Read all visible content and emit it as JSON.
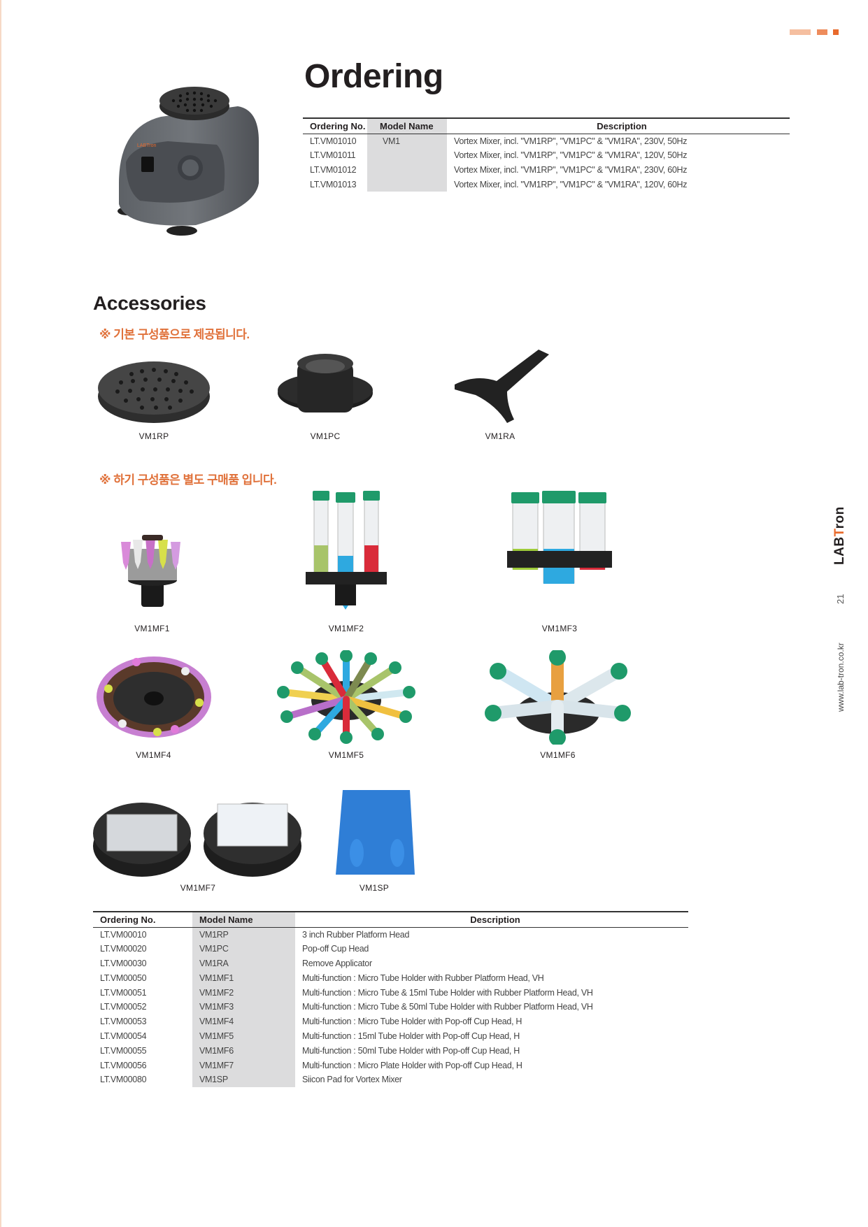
{
  "page": {
    "page_number": "21",
    "brand": {
      "prefix": "LAB",
      "accent": "T",
      "suffix": "ron"
    },
    "website": "www.lab-tron.co.kr",
    "colors": {
      "accent": "#e86a2c",
      "note": "#e0713a",
      "shade": "#dcdcdd"
    }
  },
  "ordering": {
    "title": "Ordering",
    "product_image": "vortex-mixer-vm1",
    "table": {
      "headers": [
        "Ordering No.",
        "Model Name",
        "Description"
      ],
      "rows": [
        {
          "no": "LT.VM01010",
          "model": "VM1",
          "desc": "Vortex Mixer, incl. \"VM1RP\", \"VM1PC\" & \"VM1RA\", 230V, 50Hz"
        },
        {
          "no": "LT.VM01011",
          "model": "",
          "desc": "Vortex Mixer, incl. \"VM1RP\", \"VM1PC\" & \"VM1RA\", 120V, 50Hz"
        },
        {
          "no": "LT.VM01012",
          "model": "",
          "desc": "Vortex Mixer, incl. \"VM1RP\", \"VM1PC\" & \"VM1RA\", 230V, 60Hz"
        },
        {
          "no": "LT.VM01013",
          "model": "",
          "desc": "Vortex Mixer, incl. \"VM1RP\", \"VM1PC\" & \"VM1RA\", 120V, 60Hz"
        }
      ]
    }
  },
  "accessories": {
    "title": "Accessories",
    "note_included": "※ 기본 구성품으로 제공됩니다.",
    "note_separate": "※ 하기 구성품은 별도 구매품 입니다.",
    "included": [
      {
        "label": "VM1RP"
      },
      {
        "label": "VM1PC"
      },
      {
        "label": "VM1RA"
      }
    ],
    "optional": [
      {
        "label": "VM1MF1"
      },
      {
        "label": "VM1MF2"
      },
      {
        "label": "VM1MF3"
      },
      {
        "label": "VM1MF4"
      },
      {
        "label": "VM1MF5"
      },
      {
        "label": "VM1MF6"
      },
      {
        "label": "VM1MF7"
      },
      {
        "label": "VM1SP"
      }
    ],
    "table": {
      "headers": [
        "Ordering No.",
        "Model Name",
        "Description"
      ],
      "rows": [
        {
          "no": "LT.VM00010",
          "model": "VM1RP",
          "desc": "3 inch Rubber Platform Head"
        },
        {
          "no": "LT.VM00020",
          "model": "VM1PC",
          "desc": "Pop-off Cup Head"
        },
        {
          "no": "LT.VM00030",
          "model": "VM1RA",
          "desc": "Remove Applicator"
        },
        {
          "no": "LT.VM00050",
          "model": "VM1MF1",
          "desc": "Multi-function : Micro Tube Holder with Rubber Platform Head, VH"
        },
        {
          "no": "LT.VM00051",
          "model": "VM1MF2",
          "desc": "Multi-function : Micro Tube & 15ml Tube Holder with Rubber Platform Head, VH"
        },
        {
          "no": "LT.VM00052",
          "model": "VM1MF3",
          "desc": "Multi-function : Micro Tube & 50ml Tube Holder with Rubber Platform Head, VH"
        },
        {
          "no": "LT.VM00053",
          "model": "VM1MF4",
          "desc": "Multi-function : Micro Tube Holder with Pop-off Cup Head, H"
        },
        {
          "no": "LT.VM00054",
          "model": "VM1MF5",
          "desc": "Multi-function : 15ml Tube Holder with Pop-off Cup Head, H"
        },
        {
          "no": "LT.VM00055",
          "model": "VM1MF6",
          "desc": "Multi-function : 50ml Tube Holder with Pop-off Cup Head, H"
        },
        {
          "no": "LT.VM00056",
          "model": "VM1MF7",
          "desc": "Multi-function : Micro Plate Holder with Pop-off Cup Head, H"
        },
        {
          "no": "LT.VM00080",
          "model": "VM1SP",
          "desc": "Siicon Pad for Vortex Mixer"
        }
      ]
    }
  }
}
